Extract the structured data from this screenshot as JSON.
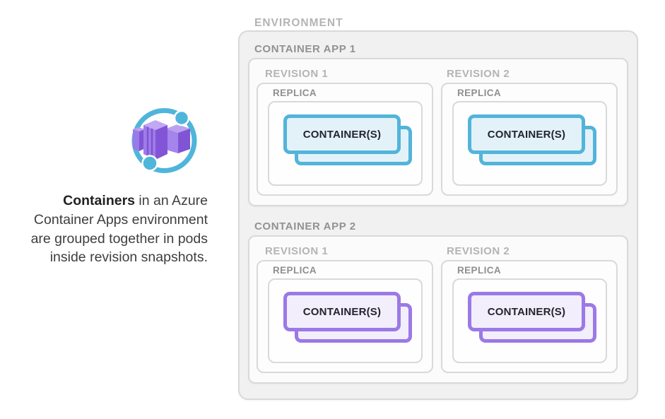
{
  "colors": {
    "blue_accent": "#52B4DA",
    "blue_fill": "#E3F2F9",
    "purple_accent": "#9B79E6",
    "purple_fill": "#F2EEFB",
    "border_gray": "#D9D9D9",
    "env_fill": "#F1F1F1",
    "app_fill": "#FBFBFB",
    "box_fill": "#FDFDFD",
    "label_dark": "#8F8F90",
    "label_light": "#B4B4B5",
    "container_text": "#24242E",
    "caption_text": "#3E3E3E"
  },
  "icon": {
    "name": "azure-container-apps-icon"
  },
  "caption": {
    "bold_text": "Containers",
    "line1_rest": " in an Azure",
    "line2": "Container Apps environment",
    "line3": "are grouped together in pods",
    "line4": "inside revision snapshots."
  },
  "environment": {
    "label": "ENVIRONMENT",
    "apps": [
      {
        "label": "CONTAINER APP 1",
        "theme": "blue",
        "revisions": [
          {
            "label": "REVISION 1",
            "replica_label": "REPLICA",
            "containers_label": "CONTAINER(S)"
          },
          {
            "label": "REVISION 2",
            "replica_label": "REPLICA",
            "containers_label": "CONTAINER(S)"
          }
        ]
      },
      {
        "label": "CONTAINER APP 2",
        "theme": "purple",
        "revisions": [
          {
            "label": "REVISION 1",
            "replica_label": "REPLICA",
            "containers_label": "CONTAINER(S)"
          },
          {
            "label": "REVISION 2",
            "replica_label": "REPLICA",
            "containers_label": "CONTAINER(S)"
          }
        ]
      }
    ]
  }
}
